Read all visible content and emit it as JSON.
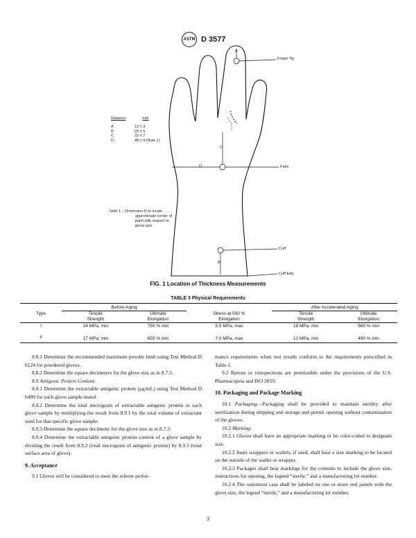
{
  "header": {
    "logo_text": "ASTM",
    "doc_id": "D 3577"
  },
  "figure": {
    "labels": {
      "finger_tip": "Finger Tip",
      "palm": "Palm",
      "cuff": "Cuff",
      "cuff_edge": "Cuff Edg",
      "a": "A",
      "b": "B",
      "c": "C",
      "d": "D"
    },
    "dist_table": {
      "col_distance": "Distance",
      "col_mm": "mm",
      "rows": [
        {
          "label": "A",
          "value": "13 ± 3"
        },
        {
          "label": "B",
          "value": "25 ± 5"
        },
        {
          "label": "C",
          "value": "33 ± 7"
        },
        {
          "label": "D",
          "value": "48 ± 9  (Note 1)"
        }
      ]
    },
    "note": [
      "Note 1 – Dimension D to locate",
      "approximate center of",
      "palm with respect to",
      "glove size"
    ],
    "caption": "FIG. 1 Location of Thickness Measurements"
  },
  "table3": {
    "title": "TABLE 3  Physical Requirements",
    "group_before": "Before Aging",
    "group_after": "After Accelerated Aging",
    "col_type": "Type",
    "col_tensile": "Tensile",
    "col_strength": "Strength",
    "col_ultimate": "Ultimate",
    "col_elongation": "Elongation",
    "col_stress": "Stress at 500 %",
    "rows": [
      {
        "type": "I",
        "ts": "24 MPa, min",
        "ue": "750 % min",
        "stress": "5.5 MPa, max",
        "ats": "18 MPa, min",
        "aue": "560 % min"
      },
      {
        "type": "II",
        "ts": "17 MPa, min",
        "ue": "650 % min",
        "stress": "7.0 MPa, max",
        "ats": "12 MPa, min",
        "aue": "490 % min"
      }
    ]
  },
  "left_col": {
    "p881": "8.8.1 Determine the recommended maximum powder limit using Test Method D 6124 for powdered gloves.",
    "p882": "8.8.2 Determine the square decimeters for the glove size as in 8.7.3.",
    "p89_num": "8.9 ",
    "p89_title": "Antigenic Protein Content",
    "p89_colon": ":",
    "p891": "8.9.1 Determine the extractable antigenic protein (μg/mL) using Test Method D 6499 for each glove sample tested.",
    "p892": "8.9.2 Determine the total microgram of extractable antigenic protein in each glove sample by multiplying the result from 8.9.1 by the total volume of extractant used for that specific glove sample.",
    "p893": "8.9.3 Determine the square decimeter for the glove size as in 8.7.3.",
    "p894": "8.9.4 Determine the extractable antigenic protein content of a glove sample by dividing the result from 8.9.2 (total microgram of antigenic protein) by 8.9.3 (total surface area of glove).",
    "sec9": "9. Acceptance",
    "p91": "9.1 Gloves will be considered to meet the referee perfor-"
  },
  "right_col": {
    "p91_cont": "mance requirements when test results conform to the requirements prescribed in Table 1.",
    "p92": "9.2 Retests or reinspections are permissible under the provisions of the U.S. Pharmacopeia and ISO 2859.",
    "sec10": "10. Packaging and Package Marking",
    "p101_num": "10.1 ",
    "p101_title": "Packaging",
    "p101_text": "—Packaging shall be provided to maintain sterility after sterilization during shipping and storage and permit opening without contamination of the gloves.",
    "p102_num": "10.2 ",
    "p102_title": "Marking",
    "p102_colon": ":",
    "p1021": "10.2.1 Gloves shall have an appropriate marking or be color-coded to designate size.",
    "p1022": "10.2.2 Inner wrappers or wallets, if used, shall bear a size marking to be located on the outside of the wallet or wrapper.",
    "p1023": "10.2.3 Packages shall bear markings for the contents to include the glove size, instructions for opening, the legend “sterile,” and a manufacturing lot number.",
    "p1024": "10.2.4 The outermost case shall be labeled on one or more end panels with the glove size, the legend “sterile,” and a manufacturing lot number."
  },
  "page_number": "3"
}
